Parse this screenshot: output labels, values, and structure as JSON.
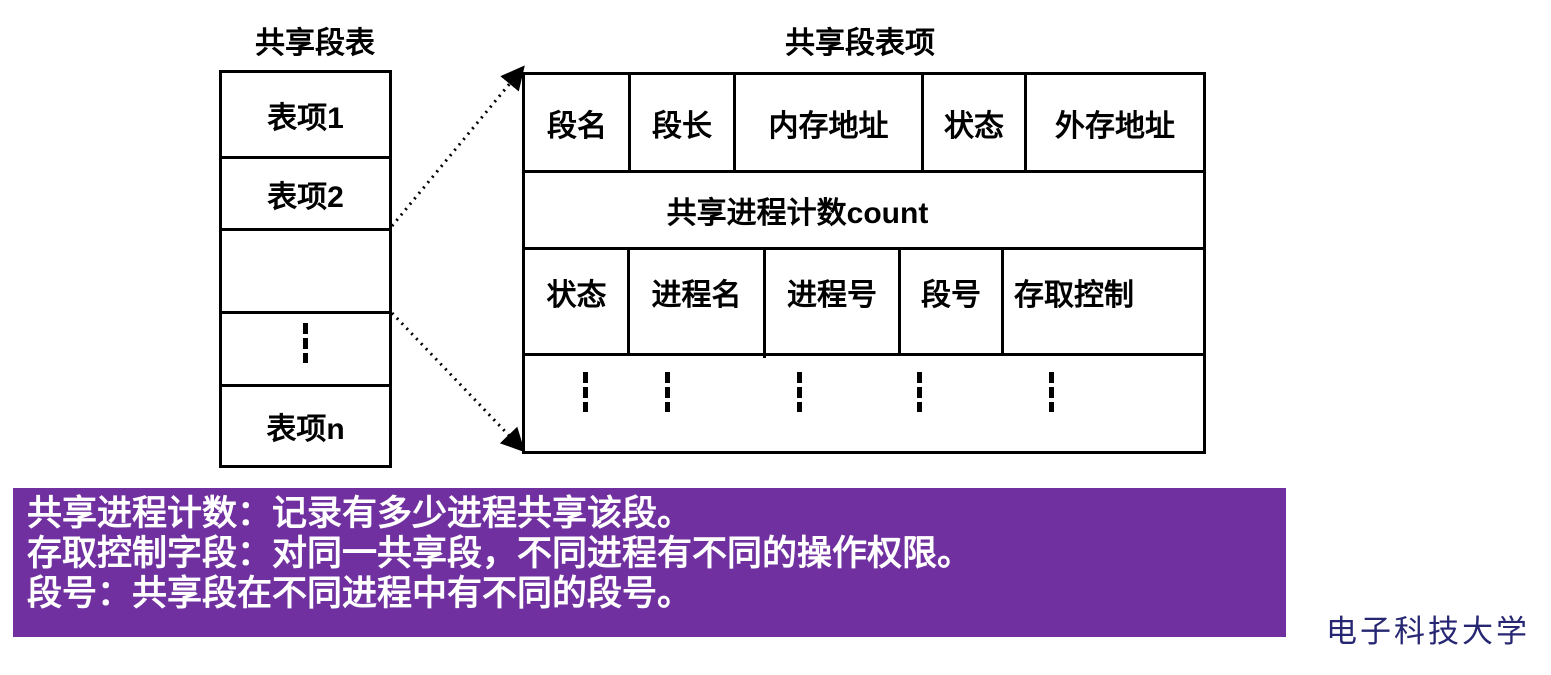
{
  "left_table": {
    "title": "共享段表",
    "rows": [
      "表项1",
      "表项2",
      "",
      "┆",
      "表项n"
    ]
  },
  "right_table": {
    "title": "共享段表项",
    "row1": [
      "段名",
      "段长",
      "内存地址",
      "状态",
      "外存地址"
    ],
    "row2": "共享进程计数count",
    "row3": [
      "状态",
      "进程名",
      "进程号",
      "段号",
      "存取控制"
    ]
  },
  "notes": [
    "共享进程计数：记录有多少进程共享该段。",
    "存取控制字段：对同一共享段，不同进程有不同的操作权限。",
    "段号：共享段在不同进程中有不同的段号。"
  ],
  "logo": "电子科技大学",
  "colors": {
    "note_bg": "#7030a0",
    "logo": "#262673"
  }
}
